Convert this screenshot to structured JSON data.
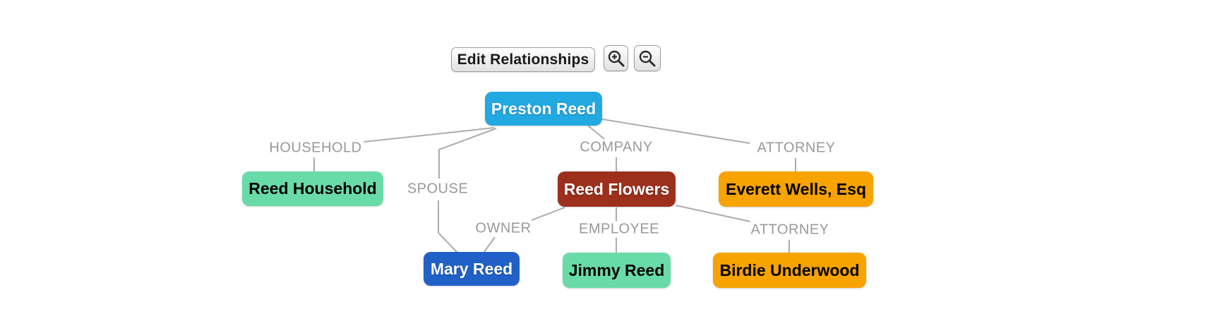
{
  "toolbar": {
    "edit_button_label": "Edit Relationships",
    "zoom_in_icon": "magnifier-plus",
    "zoom_out_icon": "magnifier-minus"
  },
  "graph": {
    "nodes": [
      {
        "id": "preston-reed",
        "label": "Preston Reed",
        "color": "#23A9E1",
        "text_color": "#FFFFFF"
      },
      {
        "id": "reed-household",
        "label": "Reed Household",
        "color": "#69DBA8",
        "text_color": "#000000"
      },
      {
        "id": "reed-flowers",
        "label": "Reed Flowers",
        "color": "#9C301C",
        "text_color": "#FFFFFF"
      },
      {
        "id": "everett-wells",
        "label": "Everett Wells, Esq",
        "color": "#F7A300",
        "text_color": "#000000"
      },
      {
        "id": "mary-reed",
        "label": "Mary Reed",
        "color": "#2161C7",
        "text_color": "#FFFFFF"
      },
      {
        "id": "jimmy-reed",
        "label": "Jimmy Reed",
        "color": "#69DBA8",
        "text_color": "#000000"
      },
      {
        "id": "birdie-underwood",
        "label": "Birdie Underwood",
        "color": "#F7A300",
        "text_color": "#000000"
      }
    ],
    "edges": [
      {
        "from": "Preston Reed",
        "to": "Reed Household",
        "label": "HOUSEHOLD"
      },
      {
        "from": "Preston Reed",
        "to": "Mary Reed",
        "label": "SPOUSE"
      },
      {
        "from": "Preston Reed",
        "to": "Reed Flowers",
        "label": "COMPANY"
      },
      {
        "from": "Preston Reed",
        "to": "Everett Wells, Esq",
        "label": "ATTORNEY"
      },
      {
        "from": "Reed Flowers",
        "to": "Mary Reed",
        "label": "OWNER"
      },
      {
        "from": "Reed Flowers",
        "to": "Jimmy Reed",
        "label": "EMPLOYEE"
      },
      {
        "from": "Reed Flowers",
        "to": "Birdie Underwood",
        "label": "ATTORNEY"
      }
    ],
    "colors": {
      "edge_line": "#ACACAC",
      "edge_label": "#999999"
    }
  }
}
